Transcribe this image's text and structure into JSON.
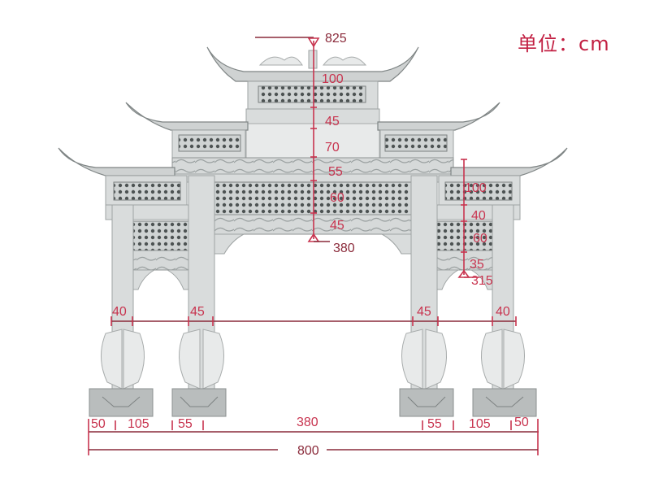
{
  "title": "Three-gate stone memorial archway (paifang) dimension drawing",
  "unit_label": "单位：cm",
  "colors": {
    "dimension_red": "#c8344f",
    "dimension_dark": "#8a2a3a",
    "stone": "#d9dcdc",
    "background": "#ffffff"
  },
  "vertical_dimensions_center": {
    "total_height": "825",
    "segments": [
      "100",
      "45",
      "70",
      "55",
      "60",
      "45"
    ],
    "opening_height": "380"
  },
  "vertical_dimensions_side": {
    "segments": [
      "100",
      "40",
      "60",
      "35"
    ],
    "opening_height": "315"
  },
  "pillar_widths": {
    "outer_left": "40",
    "inner_left": "45",
    "inner_right": "45",
    "outer_right": "40"
  },
  "base_dimensions": {
    "segments": [
      "50",
      "105",
      "55",
      "380",
      "55",
      "105",
      "50"
    ],
    "total_width": "800"
  }
}
